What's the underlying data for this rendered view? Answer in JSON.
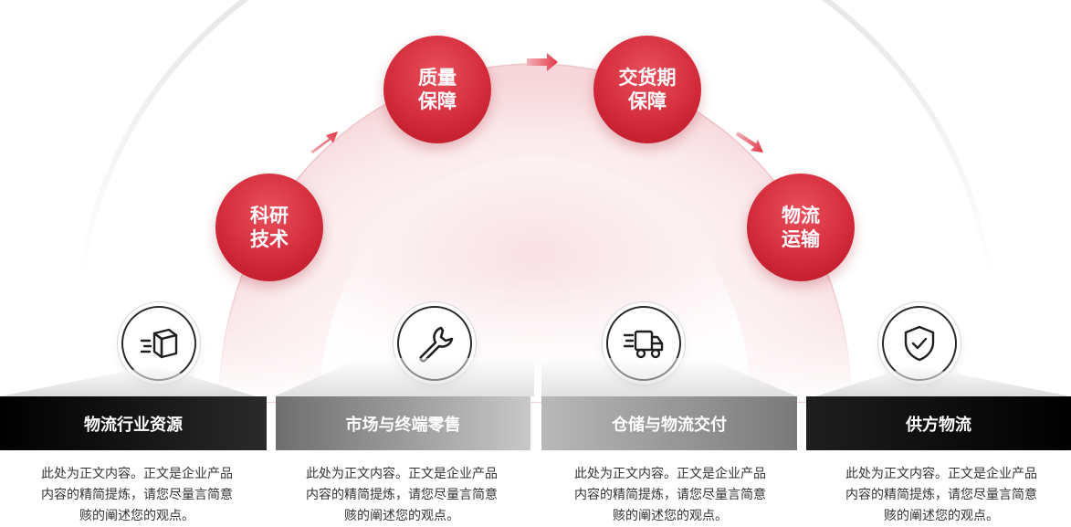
{
  "nodes": [
    {
      "line1": "科研",
      "line2": "技术"
    },
    {
      "line1": "质量",
      "line2": "保障"
    },
    {
      "line1": "交货期",
      "line2": "保障"
    },
    {
      "line1": "物流",
      "line2": "运输"
    }
  ],
  "categories": [
    {
      "title": "物流行业资源",
      "icon": "package-icon"
    },
    {
      "title": "市场与终端零售",
      "icon": "wrench-icon"
    },
    {
      "title": "仓储与物流交付",
      "icon": "delivery-truck-icon"
    },
    {
      "title": "供方物流",
      "icon": "shield-check-icon"
    }
  ],
  "description": {
    "line1": "此处为正文内容。正文是企业产品",
    "line2": "内容的精简提炼，请您尽量言简意",
    "line3": "赅的阐述您的观点。"
  },
  "colors": {
    "node_red": "#d42c3c",
    "arrow_red": "#e8404e",
    "shelf_dark": "#0f0f0f",
    "shelf_gray": "#9a9a9a"
  }
}
